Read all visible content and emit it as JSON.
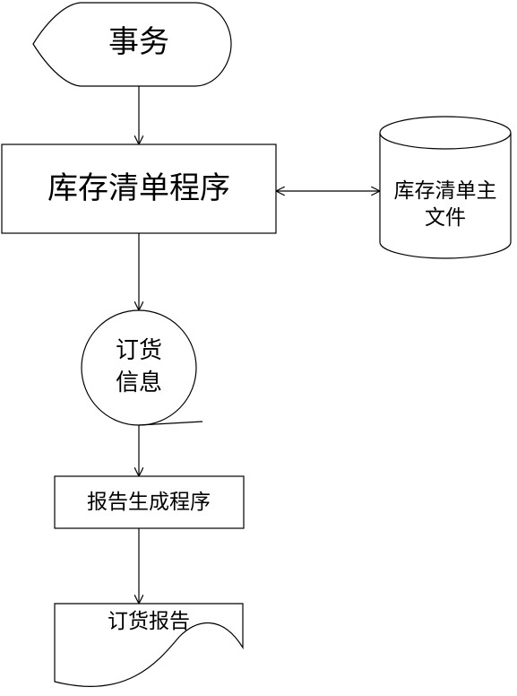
{
  "diagram": {
    "nodes": {
      "transaction": {
        "label": "事务",
        "shape": "display"
      },
      "inventory_program": {
        "label": "库存清单程序",
        "shape": "process"
      },
      "inventory_master_file": {
        "label_line1": "库存清单主",
        "label_line2": "文件",
        "shape": "magnetic-disk"
      },
      "order_info": {
        "label_line1": "订货",
        "label_line2": "信息",
        "shape": "sequential-storage"
      },
      "report_program": {
        "label": "报告生成程序",
        "shape": "process"
      },
      "order_report": {
        "label": "订货报告",
        "shape": "document"
      }
    },
    "edges": [
      {
        "from": "transaction",
        "to": "inventory_program",
        "type": "arrow"
      },
      {
        "from": "inventory_program",
        "to": "inventory_master_file",
        "type": "bidirectional-arrow"
      },
      {
        "from": "inventory_program",
        "to": "order_info",
        "type": "arrow"
      },
      {
        "from": "order_info",
        "to": "report_program",
        "type": "arrow"
      },
      {
        "from": "report_program",
        "to": "order_report",
        "type": "arrow"
      }
    ]
  }
}
